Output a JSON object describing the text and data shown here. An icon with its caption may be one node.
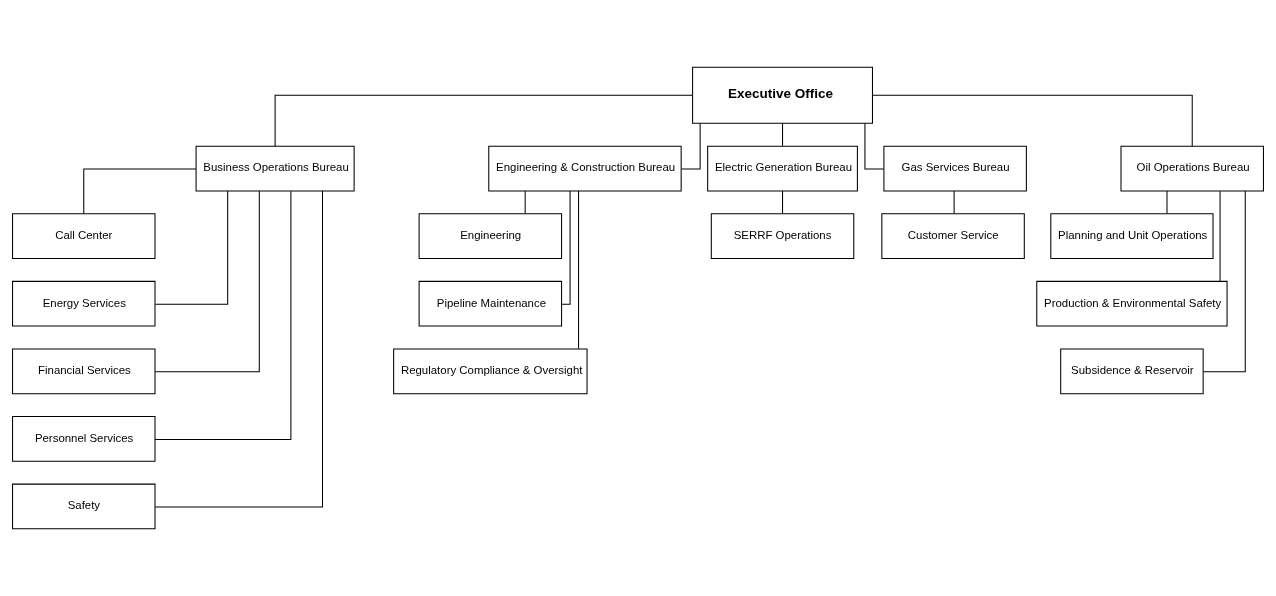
{
  "diagram": {
    "nodes": [
      {
        "text": [
          "Executive Office"
        ]
      },
      {
        "text": [
          "Business Operations Bureau"
        ]
      },
      {
        "text": [
          "Engineering & Construction Bureau"
        ]
      },
      {
        "text": [
          "Electric Generation Bureau"
        ]
      },
      {
        "text": [
          "Gas Services Bureau"
        ]
      },
      {
        "text": [
          "Oil Operations Bureau"
        ]
      },
      {
        "text": [
          "Call Center"
        ]
      },
      {
        "text": [
          "Energy Services"
        ]
      },
      {
        "text": [
          "Financial Services"
        ]
      },
      {
        "text": [
          "Personnel Services"
        ]
      },
      {
        "text": [
          "Safety"
        ]
      },
      {
        "text": [
          "Engineering"
        ]
      },
      {
        "text": [
          "Pipeline Maintenance"
        ]
      },
      {
        "text": [
          "Regulatory Compliance & Oversight"
        ]
      },
      {
        "text": [
          "SERRF Operations"
        ]
      },
      {
        "text": [
          "Customer Service"
        ]
      },
      {
        "text": [
          "Planning and Unit Operations"
        ]
      },
      {
        "text": [
          "Production & Environmental Safety"
        ]
      },
      {
        "text": [
          "Subsidence & Reservoir"
        ]
      }
    ],
    "edges": [
      {
        "from": 0,
        "to": 1,
        "arrow": "none"
      },
      {
        "from": 0,
        "to": 2,
        "arrow": "none"
      },
      {
        "from": 0,
        "to": 3,
        "arrow": "none"
      },
      {
        "from": 0,
        "to": 4,
        "arrow": "none"
      },
      {
        "from": 0,
        "to": 5,
        "arrow": "none"
      },
      {
        "from": 1,
        "to": 6,
        "arrow": "none"
      },
      {
        "from": 1,
        "to": 7,
        "arrow": "none"
      },
      {
        "from": 1,
        "to": 8,
        "arrow": "none"
      },
      {
        "from": 1,
        "to": 9,
        "arrow": "none"
      },
      {
        "from": 1,
        "to": 10,
        "arrow": "none"
      },
      {
        "from": 2,
        "to": 11,
        "arrow": "none"
      },
      {
        "from": 2,
        "to": 12,
        "arrow": "none"
      },
      {
        "from": 2,
        "to": 13,
        "arrow": "none"
      },
      {
        "from": 3,
        "to": 14,
        "arrow": "none"
      },
      {
        "from": 4,
        "to": 15,
        "arrow": "none"
      },
      {
        "from": 5,
        "to": 16,
        "arrow": "none"
      },
      {
        "from": 5,
        "to": 17,
        "arrow": "none"
      },
      {
        "from": 5,
        "to": 18,
        "arrow": "none"
      }
    ]
  }
}
